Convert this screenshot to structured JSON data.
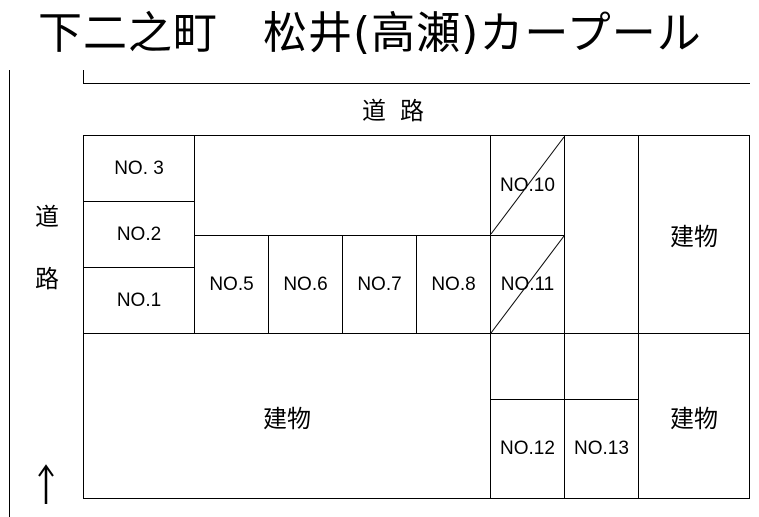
{
  "title": "下二之町　松井(高瀬)カープール",
  "road": {
    "top_label": "道路",
    "left_label_1": "道",
    "left_label_2": "路"
  },
  "lots": {
    "no3": "NO. 3",
    "no2": "NO.2",
    "no1": "NO.1",
    "no5": "NO.5",
    "no6": "NO.6",
    "no7": "NO.7",
    "no8": "NO.8",
    "no10": "NO.10",
    "no11": "NO.11",
    "no12": "NO.12",
    "no13": "NO.13"
  },
  "buildings": {
    "bottom_left": "建物",
    "right_top": "建物",
    "right_bottom": "建物"
  },
  "north_arrow": "↑"
}
